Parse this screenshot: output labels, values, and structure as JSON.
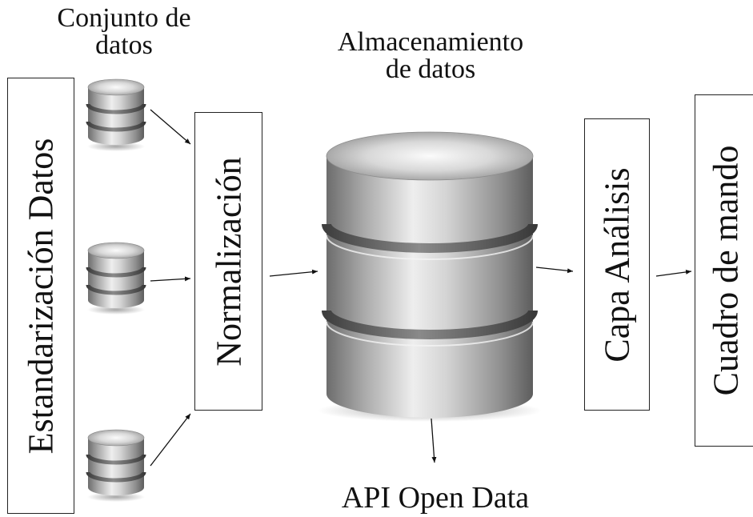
{
  "labels": {
    "datasets": "Conjunto de\ndatos",
    "storage": "Almacenamiento\nde datos",
    "api": "API Open Data"
  },
  "boxes": {
    "standardization": "Estandarización Datos",
    "normalization": "Normalización",
    "analysis": "Capa Análisis",
    "dashboard": "Cuadro de mando"
  },
  "icons": {
    "small_databases": [
      "database-icon",
      "database-icon",
      "database-icon"
    ],
    "main_database": "database-icon"
  },
  "colors": {
    "cylinder_dark": "#7a7a7a",
    "cylinder_light": "#f2f2f2",
    "stroke": "#222222"
  }
}
